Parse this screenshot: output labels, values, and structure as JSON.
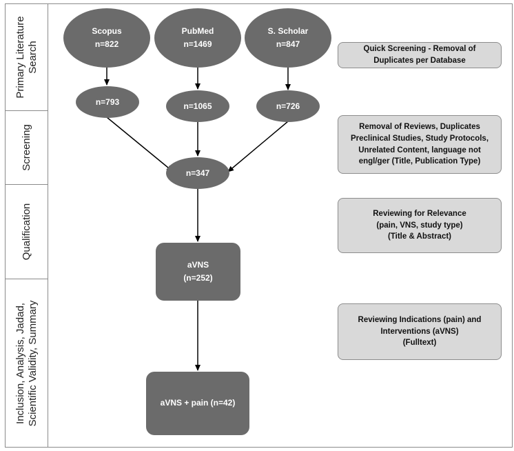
{
  "stages": [
    {
      "label": "Primary Literature Search"
    },
    {
      "label": "Screening"
    },
    {
      "label": "Qualification"
    },
    {
      "label": "Inclusion, Analysis, Jadad, Scientific Validity, Summary"
    }
  ],
  "databases": [
    {
      "name": "Scopus",
      "count": "n=822"
    },
    {
      "name": "PubMed",
      "count": "n=1469"
    },
    {
      "name": "S. Scholar",
      "count": "n=847"
    }
  ],
  "deduplicated": [
    {
      "count": "n=793"
    },
    {
      "count": "n=1065"
    },
    {
      "count": "n=726"
    }
  ],
  "screened": {
    "count": "n=347"
  },
  "qualified": {
    "line1": "aVNS",
    "line2": "(n=252)"
  },
  "included": {
    "label": "aVNS + pain (n=42)"
  },
  "notes": [
    {
      "lines": [
        "Quick Screening - Removal of",
        "Duplicates per Database"
      ]
    },
    {
      "lines": [
        "Removal of Reviews, Duplicates",
        "Preclinical Studies, Study Protocols,",
        "Unrelated Content, language not",
        "engl/ger (Title, Publication Type)"
      ]
    },
    {
      "lines": [
        "Reviewing for Relevance",
        "(pain, VNS, study type)",
        "(Title & Abstract)"
      ]
    },
    {
      "lines": [
        "Reviewing Indications (pain) and",
        "Interventions (aVNS)",
        "(Fulltext)"
      ]
    }
  ],
  "colors": {
    "node_fill": "#6b6b6b",
    "note_fill": "#d9d9d9",
    "border": "#8a8a8a",
    "arrow": "#000000"
  }
}
